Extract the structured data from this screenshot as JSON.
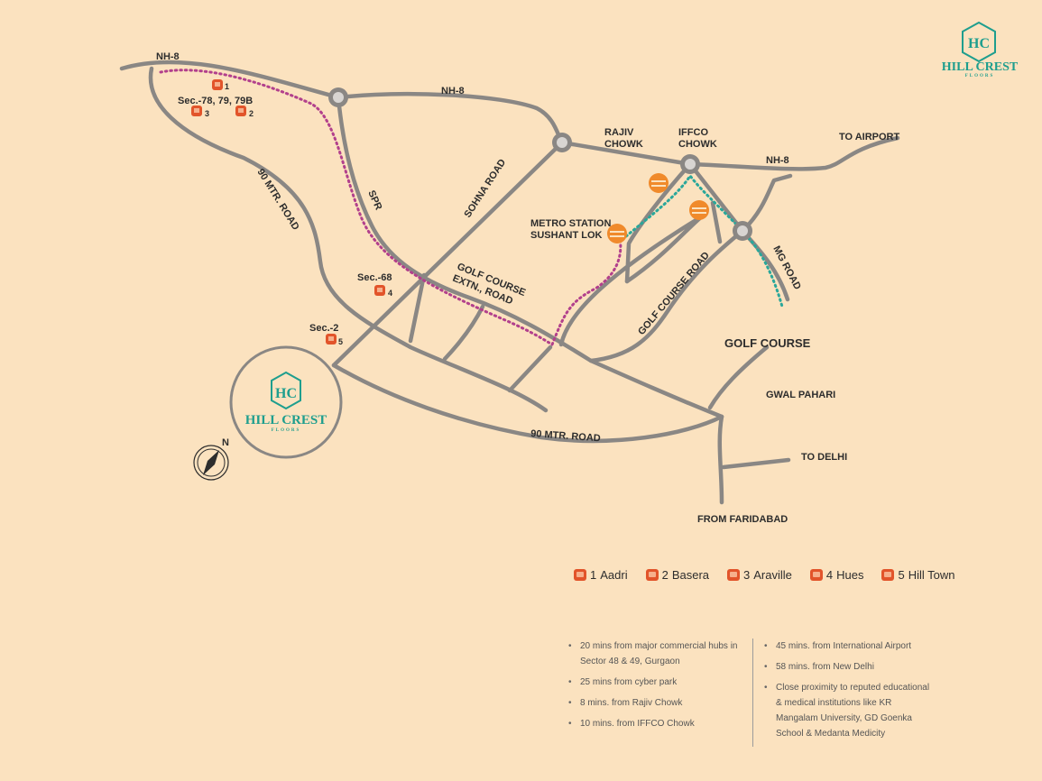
{
  "brand": {
    "monogram": "HC",
    "name": "HILL CREST",
    "tagline": "FLOORS"
  },
  "roads": {
    "nh8_left": "NH-8",
    "nh8_mid": "NH-8",
    "nh8_right": "NH-8",
    "ninety_mtr_upper": "90 MTR. ROAD",
    "ninety_mtr_lower": "90 MTR. ROAD",
    "spr": "SPR",
    "sohna_road": "SOHNA ROAD",
    "golf_course_extn_line1": "GOLF COURSE",
    "golf_course_extn_line2": "EXTN., ROAD",
    "golf_course_road": "GOLF COURSE ROAD",
    "mg_road": "MG ROAD"
  },
  "places": {
    "rajiv_chowk_line1": "RAJIV",
    "rajiv_chowk_line2": "CHOWK",
    "iffco_chowk_line1": "IFFCO",
    "iffco_chowk_line2": "CHOWK",
    "to_airport": "TO AIRPORT",
    "metro_line1": "METRO STATION",
    "metro_line2": "SUSHANT LOK",
    "golf_course": "GOLF COURSE",
    "gwal_pahari": "GWAL PAHARI",
    "to_delhi": "TO DELHI",
    "from_faridabad": "FROM FARIDABAD"
  },
  "sectors": {
    "sec_78": "Sec.-78, 79, 79B",
    "sec_68": "Sec.-68",
    "sec_2": "Sec.-2"
  },
  "pins": [
    "1",
    "2",
    "3",
    "4",
    "5"
  ],
  "compass": {
    "north": "N"
  },
  "legend": [
    {
      "number": "1",
      "name": "Aadri"
    },
    {
      "number": "2",
      "name": "Basera"
    },
    {
      "number": "3",
      "name": "Araville"
    },
    {
      "number": "4",
      "name": "Hues"
    },
    {
      "number": "5",
      "name": "Hill Town"
    }
  ],
  "facts_left": [
    "20 mins from major commercial hubs in Sector 48 & 49, Gurgaon",
    "25 mins from cyber park",
    "8 mins. from Rajiv Chowk",
    "10 mins. from IFFCO Chowk"
  ],
  "facts_right": [
    "45 mins. from International Airport",
    "58 mins. from New Delhi",
    "Close proximity to reputed educational & medical institutions like KR Mangalam University, GD Goenka School & Medanta Medicity"
  ],
  "colors": {
    "background": "#fbe2bf",
    "road": "#8a8784",
    "route_dotted": "#b2408c",
    "metro_dotted": "#2aa79a",
    "metro_icon": "#f08a2b",
    "brand": "#1e9e8e",
    "pin": "#e2542a"
  },
  "icons": {
    "roundabout": "roundabout-icon",
    "metro": "metro-station-icon",
    "project_pin": "project-pin-icon",
    "compass": "compass-icon"
  }
}
